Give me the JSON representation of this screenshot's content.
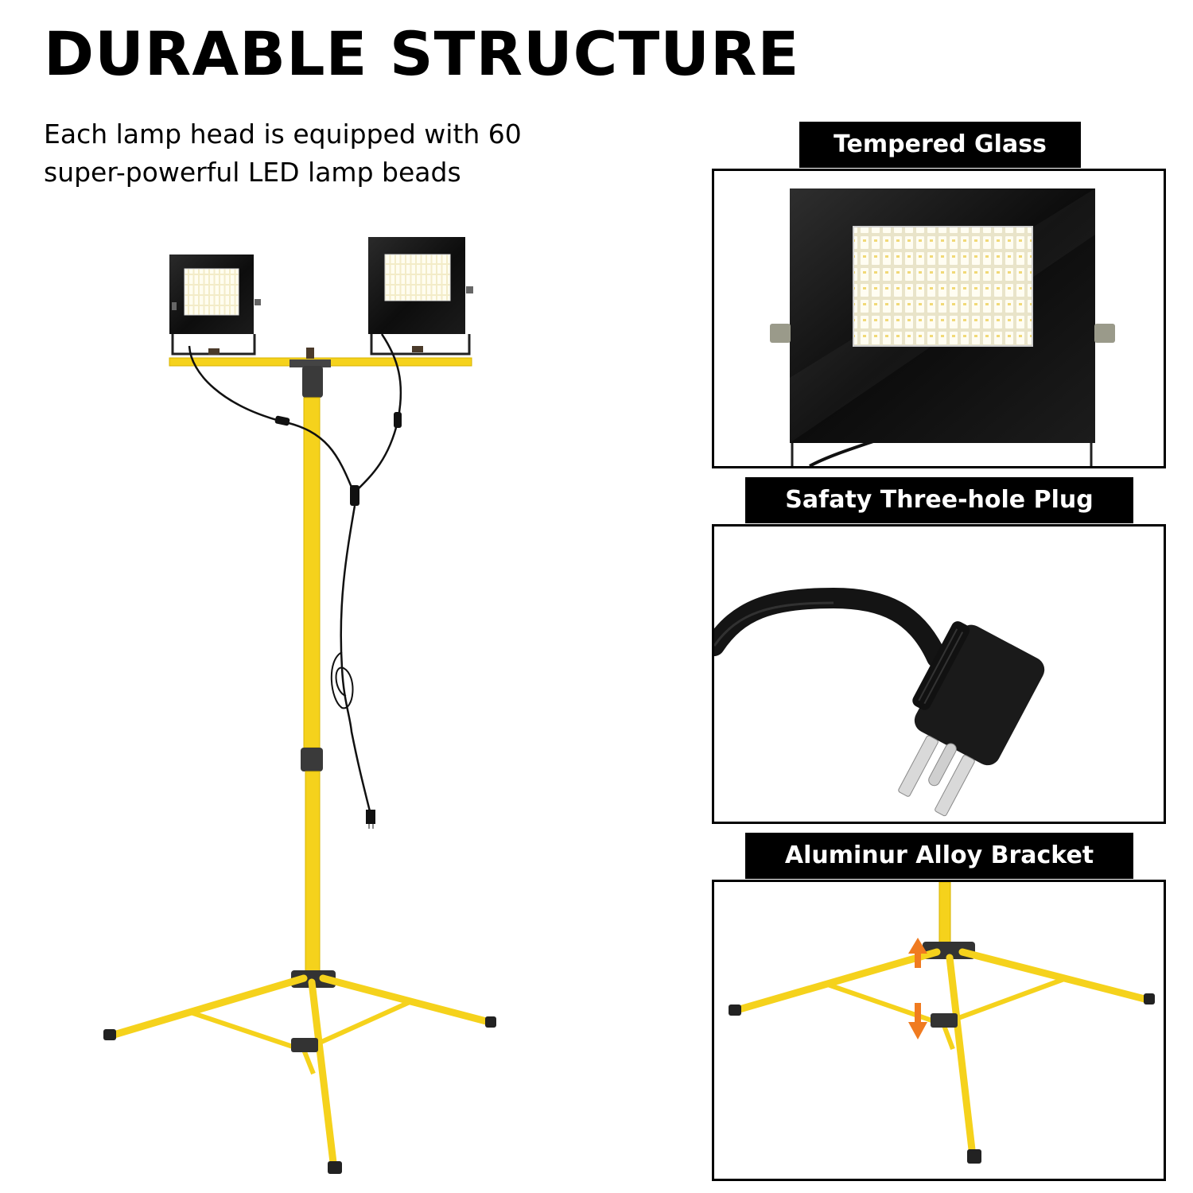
{
  "header": {
    "title": "DURABLE STRUCTURE",
    "description": "Each lamp head is equipped with 60 super-powerful LED lamp beads"
  },
  "panels": [
    {
      "label": "Tempered Glass",
      "icon": "flood-light-closeup"
    },
    {
      "label": "Safaty Three-hole Plug",
      "icon": "three-prong-plug"
    },
    {
      "label": "Aluminur Alloy Bracket",
      "icon": "tripod-bracket"
    }
  ],
  "colors": {
    "stand_yellow": "#f5d21c",
    "lamp_black": "#111111",
    "led_white": "#fffbe6",
    "arrow_orange": "#f07b20"
  }
}
